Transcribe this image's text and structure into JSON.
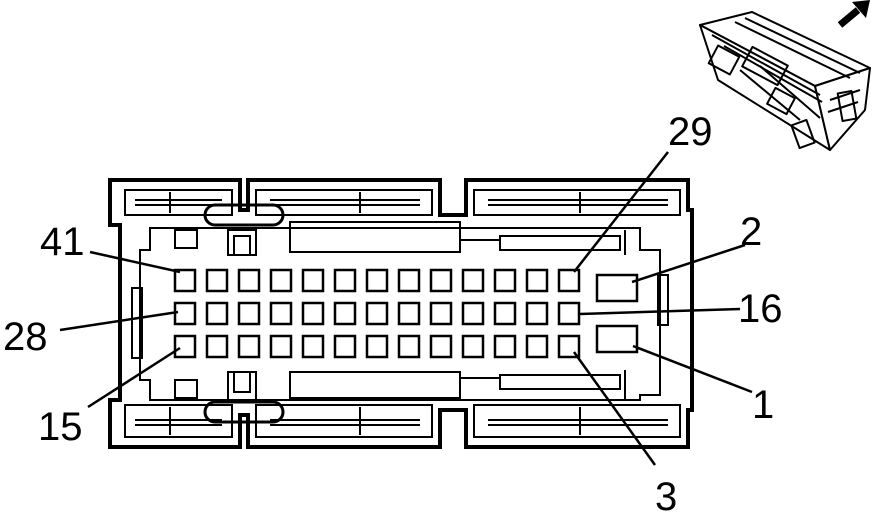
{
  "diagram": {
    "pin_labels": {
      "p29": "29",
      "p2": "2",
      "p41": "41",
      "p16": "16",
      "p28": "28",
      "p1": "1",
      "p15": "15",
      "p3": "3"
    },
    "cavities": {
      "rows": 3,
      "columns": 13
    },
    "icons": {
      "direction": "arrow-icon",
      "inset": "connector-inset-icon"
    },
    "colors": {
      "line": "#000000",
      "background": "#ffffff"
    }
  }
}
